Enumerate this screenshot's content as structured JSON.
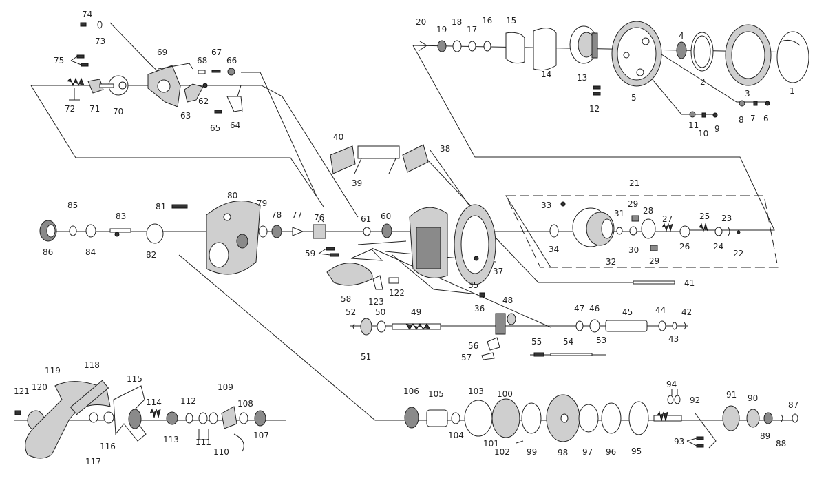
{
  "diagram": {
    "type": "exploded-parts-view",
    "part_numbers": [
      "1",
      "2",
      "3",
      "4",
      "5",
      "6",
      "7",
      "8",
      "9",
      "10",
      "11",
      "12",
      "13",
      "14",
      "15",
      "16",
      "17",
      "18",
      "19",
      "20",
      "21",
      "22",
      "23",
      "24",
      "25",
      "26",
      "27",
      "28",
      "29",
      "29",
      "30",
      "31",
      "32",
      "33",
      "34",
      "35",
      "36",
      "37",
      "38",
      "39",
      "40",
      "41",
      "42",
      "43",
      "44",
      "45",
      "46",
      "47",
      "48",
      "49",
      "50",
      "51",
      "52",
      "53",
      "54",
      "55",
      "56",
      "57",
      "58",
      "59",
      "60",
      "61",
      "62",
      "63",
      "64",
      "65",
      "66",
      "67",
      "68",
      "69",
      "70",
      "71",
      "72",
      "73",
      "74",
      "75",
      "76",
      "77",
      "78",
      "79",
      "80",
      "81",
      "82",
      "83",
      "84",
      "85",
      "86",
      "87",
      "88",
      "89",
      "90",
      "91",
      "92",
      "93",
      "94",
      "95",
      "96",
      "97",
      "98",
      "99",
      "100",
      "101",
      "102",
      "103",
      "104",
      "105",
      "106",
      "107",
      "108",
      "109",
      "110",
      "111",
      "112",
      "113",
      "114",
      "115",
      "116",
      "117",
      "118",
      "119",
      "120",
      "121",
      "122",
      "123"
    ]
  }
}
